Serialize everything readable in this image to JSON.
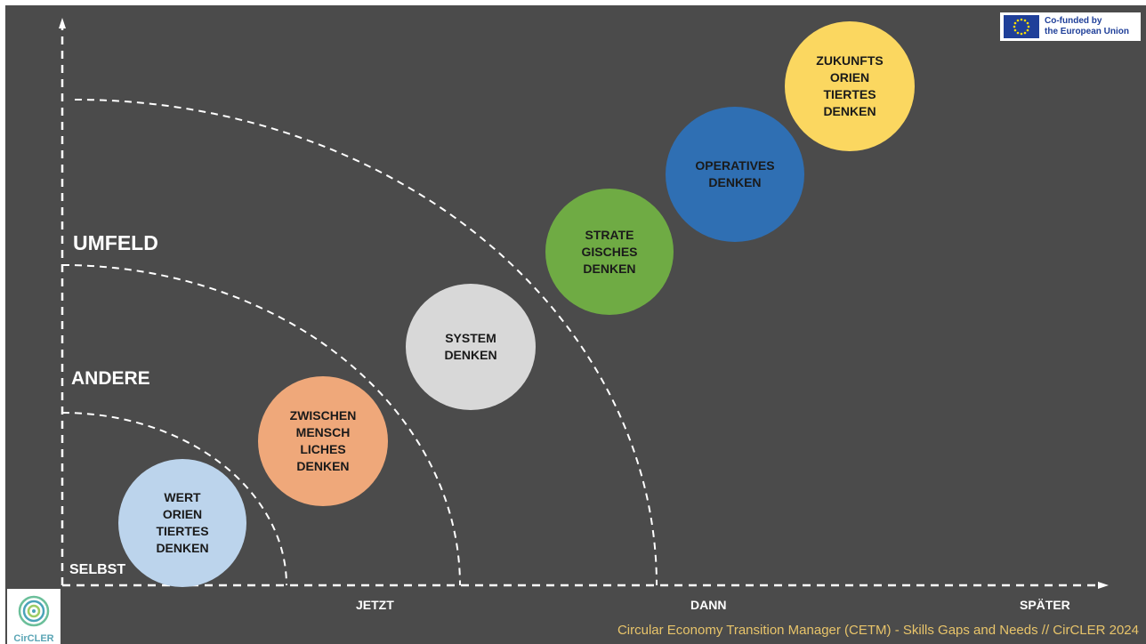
{
  "levels": {
    "umfeld": "UMFELD",
    "andere": "ANDERE",
    "selbst": "SELBST"
  },
  "time_axis": {
    "jetzt": "JETZT",
    "dann": "DANN",
    "spaeter": "SPÄTER"
  },
  "competencies": [
    {
      "label": "WERT\nORIEN\nTIERTES\nDENKEN",
      "color": "#bcd4ec"
    },
    {
      "label": "ZWISCHEN\nMENSCH\nLICHES\nDENKEN",
      "color": "#efa87a"
    },
    {
      "label": "SYSTEM\nDENKEN",
      "color": "#d8d8d8"
    },
    {
      "label": "STRATE\nGISCHES\nDENKEN",
      "color": "#6fab44"
    },
    {
      "label": "OPERATIVES\nDENKEN",
      "color": "#2f6fb3"
    },
    {
      "label": "ZUKUNFTS\nORIEN\nTIERTES\nDENKEN",
      "color": "#fbd760"
    }
  ],
  "eu_badge": {
    "text": "Co-funded by\nthe European Union",
    "flag_color": "#1f3f99"
  },
  "logo": {
    "text": "CirCLER",
    "icon": "spiral-icon"
  },
  "footer": {
    "text": "Circular Economy Transition Manager (CETM) - Skills Gaps and Needs // CirCLER 2024"
  },
  "colors": {
    "background": "#4b4b4b",
    "lines": "#ffffff",
    "footer": "#e8c46a"
  }
}
